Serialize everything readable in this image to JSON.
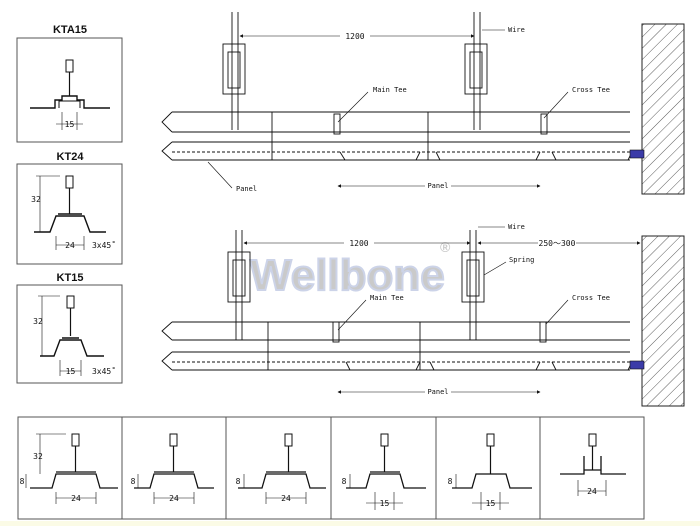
{
  "profiles": {
    "kta15": {
      "title": "KTA15",
      "width": "15"
    },
    "kt24": {
      "title": "KT24",
      "height": "32",
      "width": "24",
      "bevel": "3x45˚"
    },
    "kt15": {
      "title": "KT15",
      "height": "32",
      "width": "15",
      "bevel": "3x45˚"
    }
  },
  "diagram_top": {
    "span": "1200",
    "wire": "Wire",
    "main_tee": "Main Tee",
    "cross_tee": "Cross Tee",
    "panel_left": "Panel",
    "panel_mid": "Panel"
  },
  "diagram_bottom": {
    "span": "1200",
    "wall_span": "250～300",
    "wire": "Wire",
    "spring": "Spring",
    "main_tee": "Main Tee",
    "cross_tee": "Cross Tee",
    "panel": "Panel"
  },
  "watermark": {
    "text": "Wellbone",
    "reg": "®"
  },
  "sections": [
    {
      "height": "32",
      "step": "8",
      "width": "24"
    },
    {
      "step": "8",
      "width": "24"
    },
    {
      "step": "8",
      "width": "24"
    },
    {
      "step": "8",
      "width": "15"
    },
    {
      "step": "8",
      "width": "15"
    },
    {
      "width": "24"
    }
  ]
}
